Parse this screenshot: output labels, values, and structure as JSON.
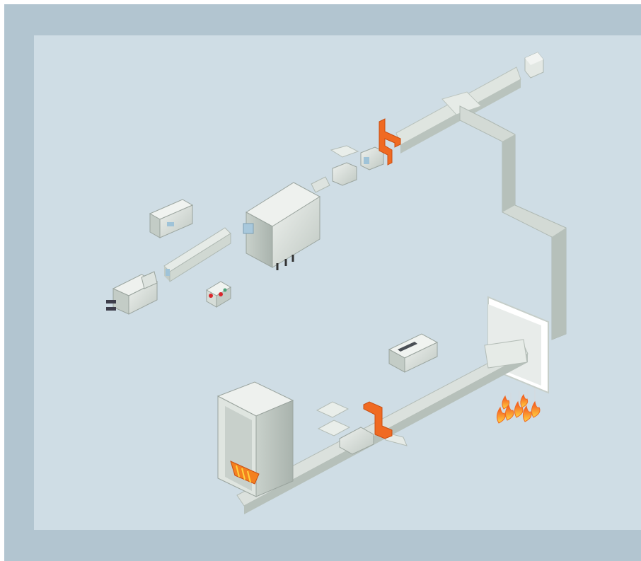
{
  "diagram": {
    "components": [
      {
        "id": "switchboard-connector",
        "icon": "feeder-connection-unit"
      },
      {
        "id": "busway-straight-left",
        "icon": "busbar-trunking-length"
      },
      {
        "id": "tap-off-box-small",
        "icon": "tap-off-unit"
      },
      {
        "id": "plug-in-socket",
        "icon": "red-socket-outlet"
      },
      {
        "id": "distribution-cabinet",
        "icon": "large-tap-off-box"
      },
      {
        "id": "joint-pack",
        "icon": "busway-joint"
      },
      {
        "id": "fire-barrier-upper",
        "icon": "fire-barrier-orange"
      },
      {
        "id": "end-cap",
        "icon": "busway-end-cover"
      },
      {
        "id": "vertical-riser",
        "icon": "busway-riser"
      },
      {
        "id": "fire-wall",
        "icon": "fire-rated-wall"
      },
      {
        "id": "flames",
        "icon": "fire-flames"
      },
      {
        "id": "tap-off-box-lower",
        "icon": "tap-off-unit"
      },
      {
        "id": "fire-barrier-lower",
        "icon": "fire-barrier-orange"
      },
      {
        "id": "transformer-enclosure",
        "icon": "transformer-housing"
      },
      {
        "id": "heater-element",
        "icon": "heater-coil"
      }
    ],
    "colors": {
      "frame": "#b2c5d0",
      "background": "#cfdde5",
      "busway": "#d6ddd8",
      "busway_shade": "#b7c1bb",
      "fire_barrier": "#f06a22",
      "flame_orange": "#f4801f",
      "flame_yellow": "#ffd23f",
      "socket_red": "#d9262b"
    }
  }
}
